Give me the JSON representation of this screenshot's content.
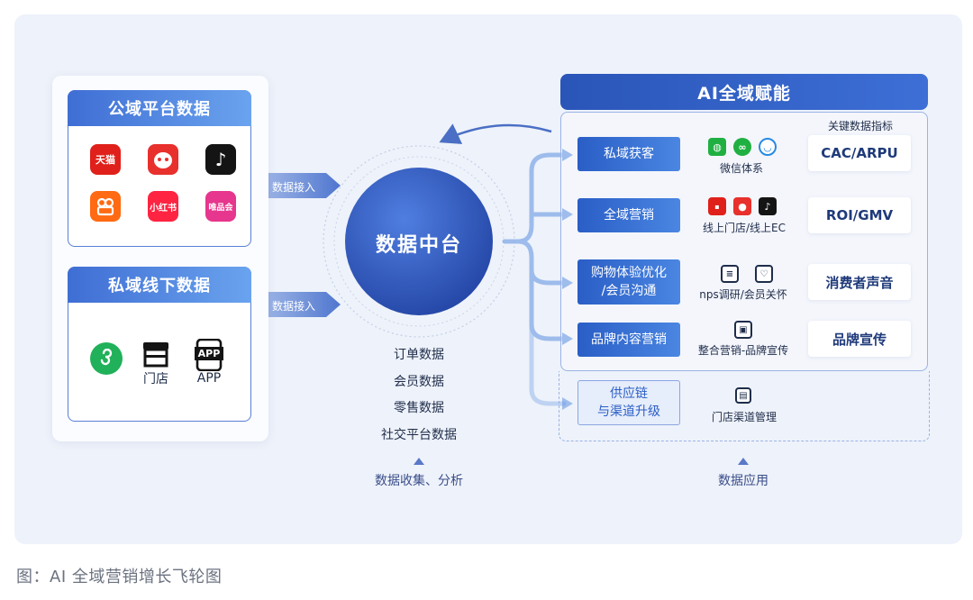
{
  "public_domain": {
    "title": "公域平台数据",
    "apps": [
      {
        "name": "tmall-icon",
        "label": "天猫"
      },
      {
        "name": "jd-icon",
        "label": ""
      },
      {
        "name": "tiktok-icon",
        "label": ""
      },
      {
        "name": "kuaishou-icon",
        "label": ""
      },
      {
        "name": "xiaohongshu-icon",
        "label": "小红书"
      },
      {
        "name": "vipshop-icon",
        "label": "唯品会"
      }
    ]
  },
  "private_offline": {
    "title": "私域线下数据",
    "items": [
      {
        "name": "mini-program-icon",
        "label": ""
      },
      {
        "name": "store-icon",
        "label": "门店"
      },
      {
        "name": "app-icon",
        "label": "APP",
        "badge": "APP"
      }
    ]
  },
  "data_access_label": "数据接入",
  "center": {
    "title": "数据中台",
    "data_types": [
      "订单数据",
      "会员数据",
      "零售数据",
      "社交平台数据"
    ],
    "caption": "数据收集、分析"
  },
  "ai_section": {
    "title": "AI全域赋能",
    "kpi_header": "关键数据指标",
    "rows": [
      {
        "label": "私域获客",
        "desc": "微信体系",
        "metric": "CAC/ARPU"
      },
      {
        "label": "全域营销",
        "desc": "线上门店/线上EC",
        "metric": "ROI/GMV"
      },
      {
        "label": "购物体验优化\n/会员沟通",
        "desc": "nps调研/会员关怀",
        "metric": "消费者声音"
      },
      {
        "label": "品牌内容营销",
        "desc": "整合营销-品牌宣传",
        "metric": "品牌宣传"
      }
    ],
    "supply": {
      "label": "供应链\n与渠道升级",
      "desc": "门店渠道管理"
    },
    "caption": "数据应用"
  },
  "figure_caption": "图：AI 全域营销增长飞轮图",
  "colors": {
    "primary": "#2a5ec6",
    "accent": "#4a86e2",
    "background": "#eef2fa"
  }
}
